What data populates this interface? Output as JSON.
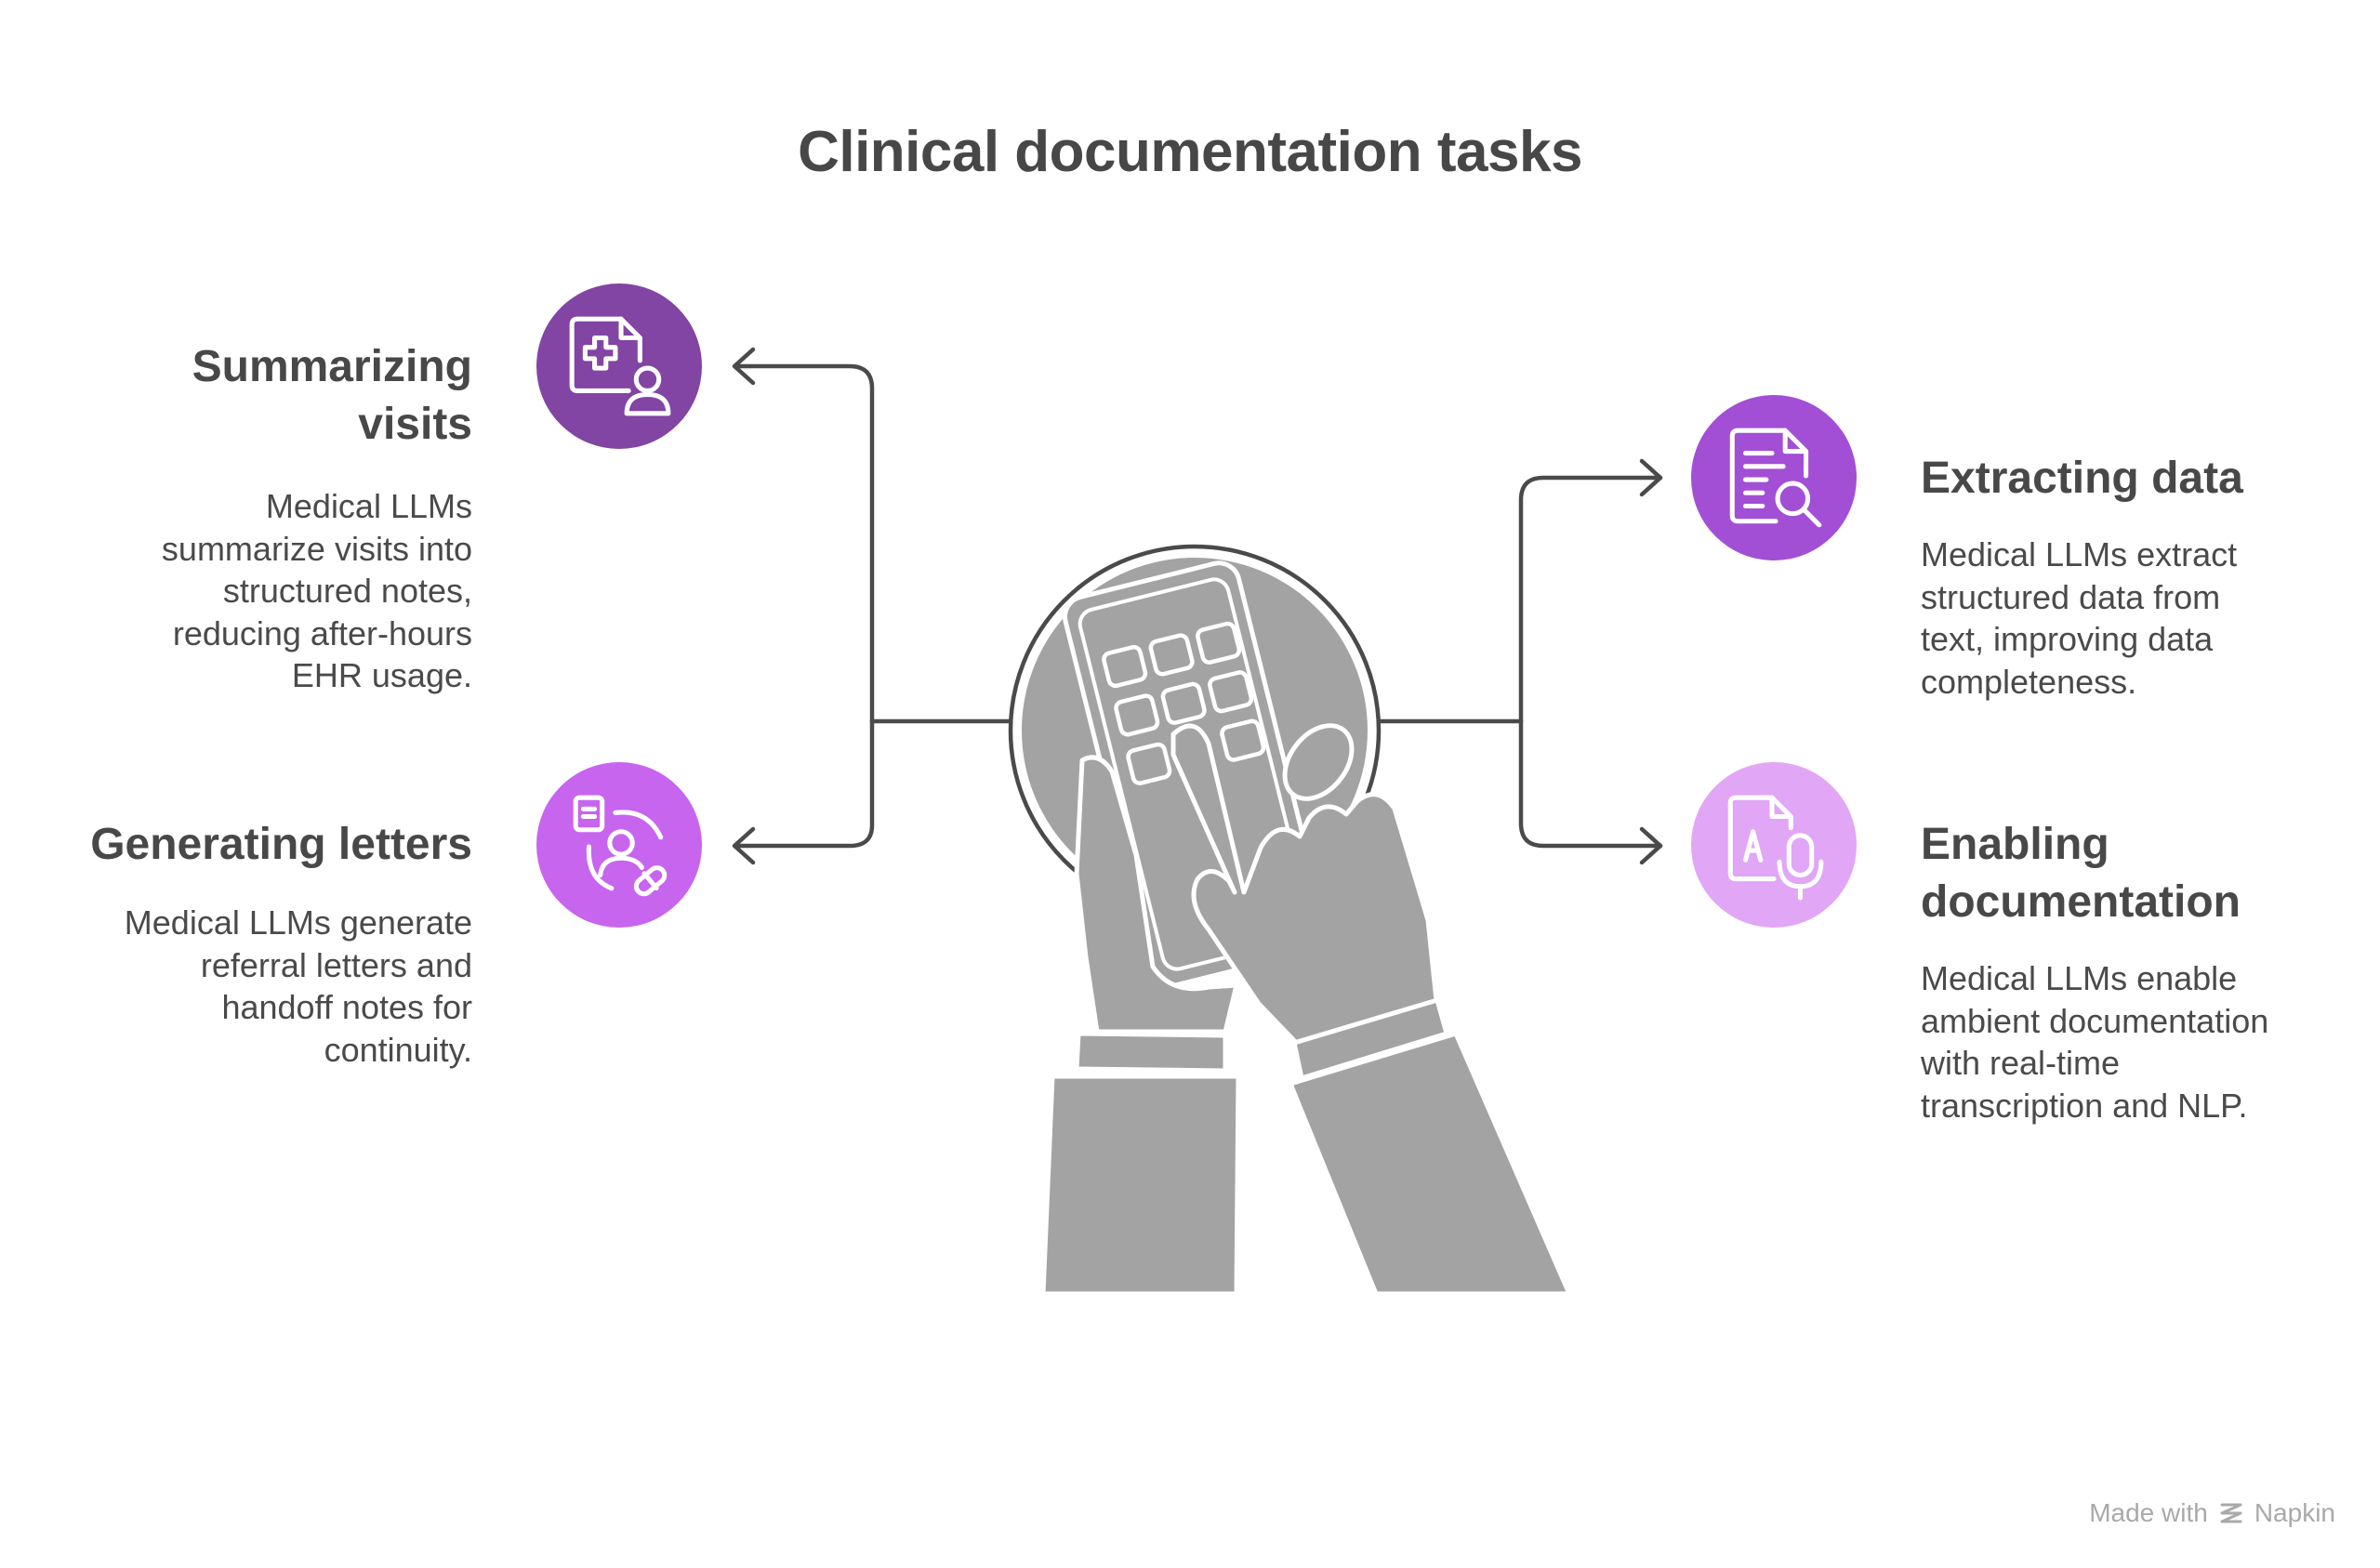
{
  "title": "Clinical documentation tasks",
  "colors": {
    "line": "#4a4a4a",
    "illustration": "#a3a3a3",
    "illustration_dark": "#9a9a9a",
    "summarizing": "#8245a3",
    "extracting": "#a24fd6",
    "generating": "#c765ef",
    "enabling": "#e1a6f5"
  },
  "items": [
    {
      "id": "summarizing",
      "heading": [
        "Summarizing",
        "visits"
      ],
      "description": [
        "Medical LLMs",
        "summarize visits into",
        "structured notes,",
        "reducing after-hours",
        "EHR usage."
      ],
      "icon": "medical-document-person-icon"
    },
    {
      "id": "generating",
      "heading": [
        "Generating letters"
      ],
      "description": [
        "Medical LLMs generate",
        "referral letters and",
        "handoff notes for",
        "continuity."
      ],
      "icon": "person-document-pill-icon"
    },
    {
      "id": "extracting",
      "heading": [
        "Extracting data"
      ],
      "description": [
        "Medical LLMs extract",
        "structured data from",
        "text, improving data",
        "completeness."
      ],
      "icon": "document-search-icon"
    },
    {
      "id": "enabling",
      "heading": [
        "Enabling",
        "documentation"
      ],
      "description": [
        "Medical LLMs enable",
        "ambient documentation",
        "with real-time",
        "transcription and NLP."
      ],
      "icon": "document-microphone-icon"
    }
  ],
  "center_icon": "hands-tablet-icon",
  "footer": {
    "prefix": "Made with",
    "brand": "Napkin",
    "icon": "napkin-logo-icon"
  }
}
